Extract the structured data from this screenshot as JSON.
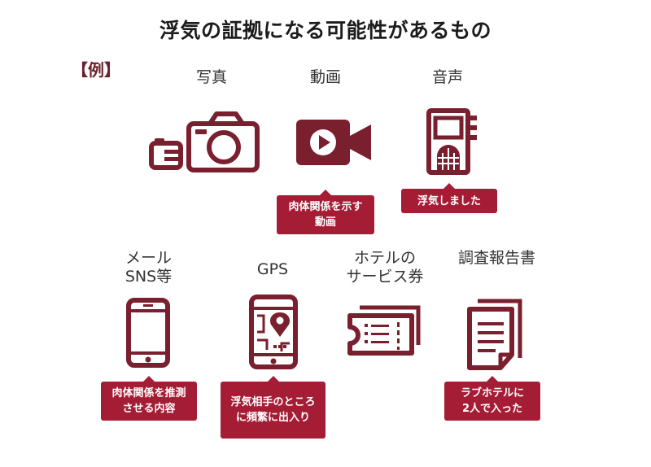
{
  "title": "浮気の証拠になる可能性があるもの",
  "example_tag": "【例】",
  "colors": {
    "accent": "#7a1f2e",
    "callout": "#a51d35"
  },
  "items": [
    {
      "label": "写真",
      "icon": "camera-icon",
      "callout": ""
    },
    {
      "label": "動画",
      "icon": "video-camera-icon",
      "callout": "肉体関係を示す\n動画"
    },
    {
      "label": "音声",
      "icon": "voice-recorder-icon",
      "callout": "浮気しました"
    },
    {
      "label": "メール\nSNS等",
      "icon": "smartphone-icon",
      "callout": "肉体関係を推測\nさせる内容"
    },
    {
      "label": "GPS",
      "icon": "gps-phone-icon",
      "callout": "浮気相手のところ\nに頻繁に出入り"
    },
    {
      "label": "ホテルの\nサービス券",
      "icon": "ticket-icon",
      "callout": ""
    },
    {
      "label": "調査報告書",
      "icon": "report-document-icon",
      "callout": "ラブホテルに\n2人で入った"
    }
  ]
}
